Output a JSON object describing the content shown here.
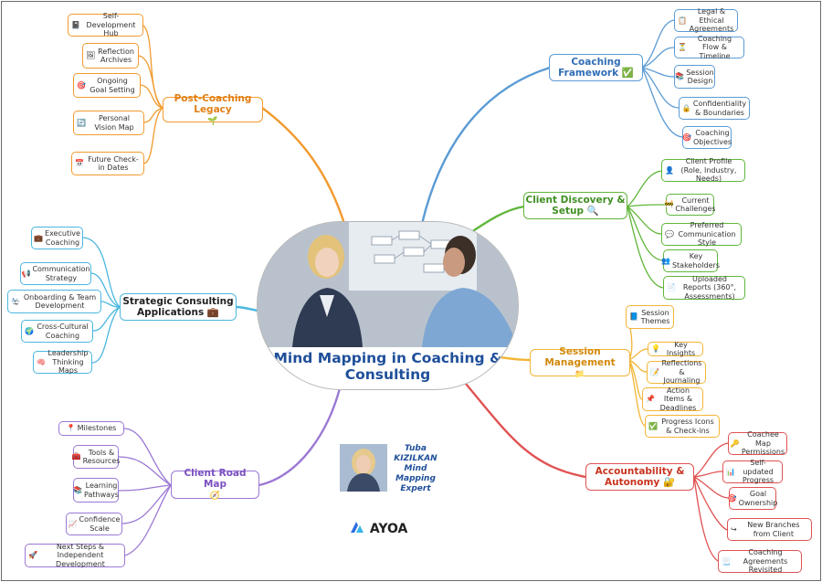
{
  "center": {
    "title_line1": "Mind Mapping in Coaching &",
    "title_line2": "Consulting"
  },
  "author": {
    "line1": "Tuba",
    "line2": "KIZILKAN",
    "line3": "Mind",
    "line4": "Mapping",
    "line5": "Expert"
  },
  "brand": {
    "name": "AYOA"
  },
  "colors": {
    "orange": "#f29a2e",
    "blue": "#5b9bd5",
    "green": "#60b63a",
    "gold": "#f2b535",
    "red": "#e05252",
    "purple": "#9b78d4",
    "cyan": "#4cb7df"
  },
  "branches": {
    "legacy": {
      "title": "Post-Coaching Legacy",
      "icon": "🌱",
      "items": [
        {
          "icon": "📓",
          "text": "Self-Development Hub"
        },
        {
          "icon": "🖼",
          "text": "Reflection Archives"
        },
        {
          "icon": "🎯",
          "text": "Ongoing Goal Setting"
        },
        {
          "icon": "🔄",
          "text": "Personal Vision Map"
        },
        {
          "icon": "📅",
          "text": "Future Check-in Dates"
        }
      ]
    },
    "framework": {
      "title": "Coaching Framework",
      "icon": "✅",
      "items": [
        {
          "icon": "📋",
          "text": "Legal & Ethical Agreements"
        },
        {
          "icon": "⏳",
          "text": "Coaching Flow & Timeline"
        },
        {
          "icon": "📚",
          "text": "Session Design"
        },
        {
          "icon": "🔒",
          "text": "Confidentiality & Boundaries"
        },
        {
          "icon": "🎯",
          "text": "Coaching Objectives"
        }
      ]
    },
    "discovery": {
      "title": "Client Discovery & Setup",
      "icon": "🔍",
      "items": [
        {
          "icon": "👤",
          "text": "Client Profile (Role, Industry, Needs)"
        },
        {
          "icon": "🚧",
          "text": "Current Challenges"
        },
        {
          "icon": "💬",
          "text": "Preferred Communication Style"
        },
        {
          "icon": "👥",
          "text": "Key Stakeholders"
        },
        {
          "icon": "📄",
          "text": "Uploaded Reports (360°, Assessments)"
        }
      ]
    },
    "session": {
      "title": "Session Management",
      "icon": "📁",
      "items": [
        {
          "icon": "📘",
          "text": "Session Themes"
        },
        {
          "icon": "💡",
          "text": "Key Insights"
        },
        {
          "icon": "📝",
          "text": "Reflections & Journaling"
        },
        {
          "icon": "📌",
          "text": "Action Items & Deadlines"
        },
        {
          "icon": "✅",
          "text": "Progress Icons & Check-ins"
        }
      ]
    },
    "accountability": {
      "title": "Accountability & Autonomy",
      "icon": "🔐",
      "items": [
        {
          "icon": "🔑",
          "text": "Coachee Map Permissions"
        },
        {
          "icon": "📊",
          "text": "Self-updated Progress"
        },
        {
          "icon": "🎯",
          "text": "Goal Ownership"
        },
        {
          "icon": "↪",
          "text": "New Branches from Client"
        },
        {
          "icon": "📃",
          "text": "Coaching Agreements Revisited"
        }
      ]
    },
    "roadmap": {
      "title": "Client Road Map",
      "icon": "🧭",
      "items": [
        {
          "icon": "📍",
          "text": "Milestones"
        },
        {
          "icon": "🧰",
          "text": "Tools & Resources"
        },
        {
          "icon": "📚",
          "text": "Learning Pathways"
        },
        {
          "icon": "📈",
          "text": "Confidence Scale"
        },
        {
          "icon": "🚀",
          "text": "Next Steps & Independent Development"
        }
      ]
    },
    "strategic": {
      "title": "Strategic Consulting Applications",
      "icon": "💼",
      "items": [
        {
          "icon": "💼",
          "text": "Executive Coaching"
        },
        {
          "icon": "📢",
          "text": "Communication Strategy"
        },
        {
          "icon": "🛬",
          "text": "Onboarding & Team Development"
        },
        {
          "icon": "🌍",
          "text": "Cross-Cultural Coaching"
        },
        {
          "icon": "🧠",
          "text": "Leadership Thinking Maps"
        }
      ]
    }
  }
}
